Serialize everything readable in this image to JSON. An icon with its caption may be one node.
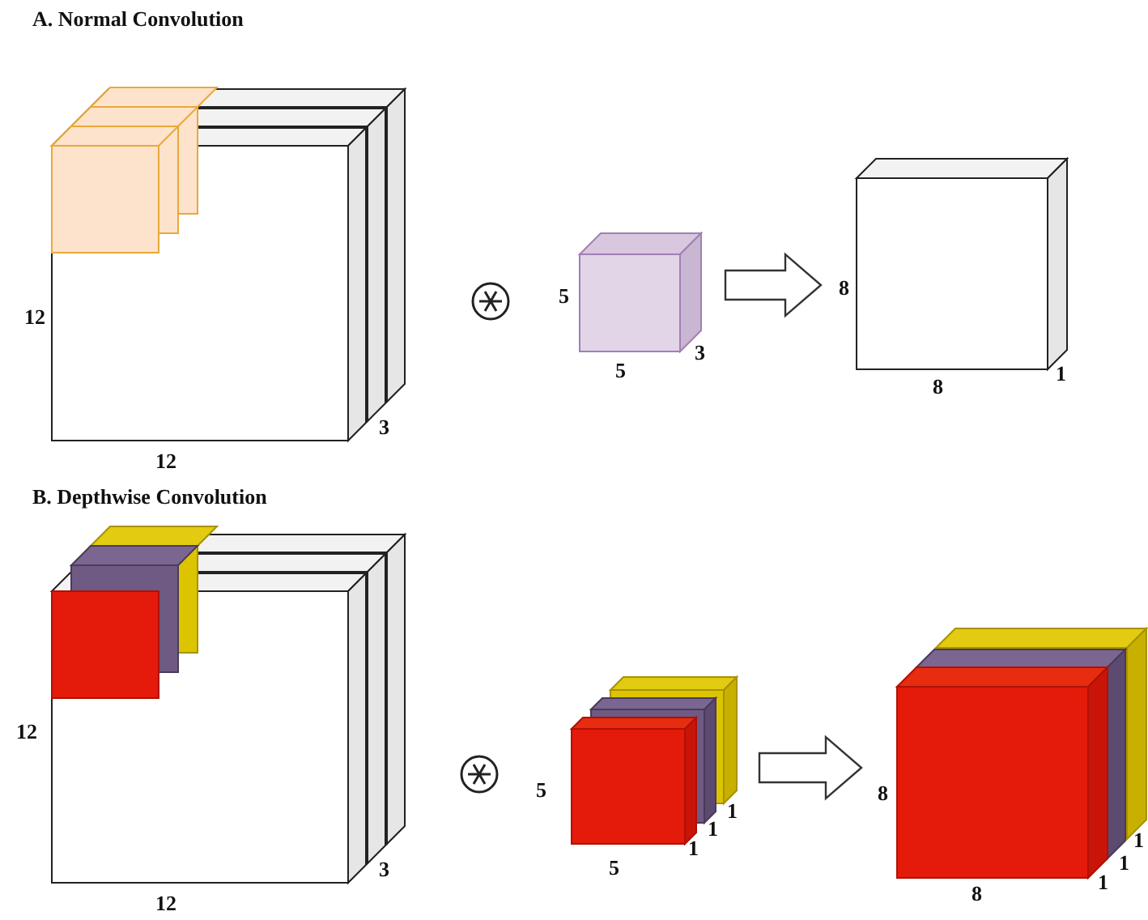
{
  "diagram": {
    "nodes": [
      {
        "text": [],
        "shape": "box"
      },
      {
        "text": [],
        "shape": "box"
      },
      {
        "text": [],
        "shape": "box"
      },
      {
        "text": [],
        "shape": "box"
      },
      {
        "text": [],
        "shape": "box"
      },
      {
        "text": [],
        "shape": "box"
      }
    ],
    "edges": [
      {
        "from": 1,
        "to": 2,
        "arrow": "to"
      },
      {
        "from": 4,
        "to": 5,
        "arrow": "to"
      }
    ],
    "labels": [
      "A. Normal Convolution",
      "12",
      "12",
      "3",
      "5",
      "5",
      "3",
      "8",
      "8",
      "1",
      "B. Depthwise Convolution",
      "12",
      "12",
      "3",
      "5",
      "5",
      "1",
      "1",
      "1",
      "8",
      "8",
      "1",
      "1",
      "1"
    ]
  }
}
